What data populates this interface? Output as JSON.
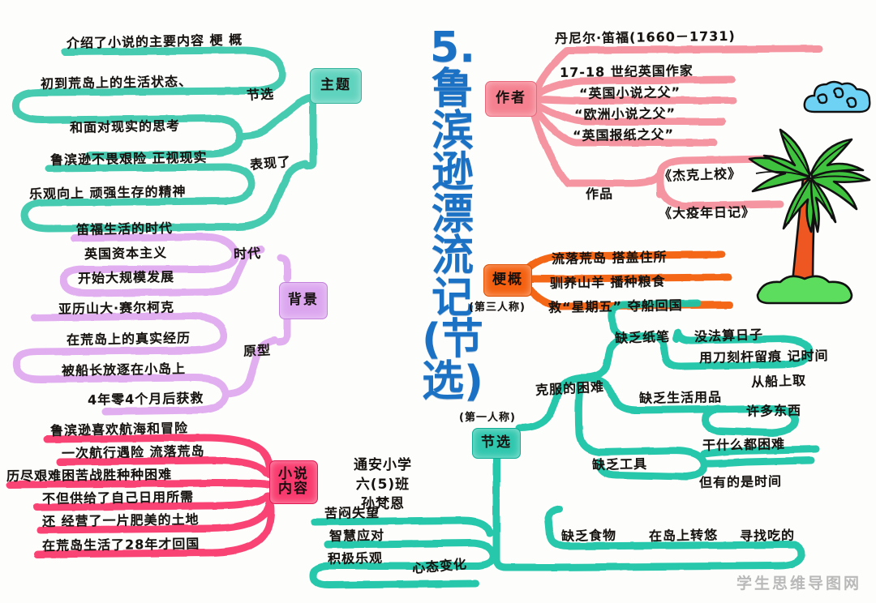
{
  "title": {
    "chars": [
      "5.",
      "鲁",
      "滨",
      "逊",
      "漂",
      "流",
      "记",
      "(节",
      "选)"
    ],
    "full": "5.鲁滨逊漂流记(节选)",
    "color": "#1b72c4"
  },
  "byline": {
    "school": "通安小学",
    "class": "六(5)班",
    "student": "孙梵恩"
  },
  "watermark": "学生思维导图网",
  "palette": {
    "theme_teal": "#3cc9ad",
    "background_purple": "#e3b0f2",
    "novel_pink": "#f93a6e",
    "author_pink": "#f5909c",
    "synopsis_orange": "#f4600f",
    "excerpt_teal": "#1ec5a8",
    "title_blue": "#1b72c4",
    "palm_trunk": "#ef5722",
    "palm_leaf": "#3fc33f",
    "cloud_blue": "#6ed2f5",
    "watermark_gray": "#b9b9b9"
  },
  "nodes": {
    "theme": {
      "label": "主题",
      "color": "#5fd3be"
    },
    "background": {
      "label": "背景",
      "color": "#dca6ef"
    },
    "novel_content": {
      "label_line1": "小说",
      "label_line2": "内容",
      "color": "#f93a6e"
    },
    "author": {
      "label": "作者",
      "color": "#f5808f"
    },
    "synopsis": {
      "label": "梗概",
      "note": "(第三人称)",
      "color": "#f4600f"
    },
    "excerpt": {
      "label": "节选",
      "note": "(第一人称)",
      "color": "#2fc7ae"
    }
  },
  "branches": {
    "theme": {
      "node": "主题",
      "connectors": [
        {
          "label": "节选",
          "leaves": [
            "介绍了小说的主要内容  梗 概",
            "初到荒岛上的生活状态、",
            "和面对现实的思考"
          ]
        },
        {
          "label": "表现了",
          "leaves": [
            "鲁滨逊不畏艰险  正视现实",
            "乐观向上    顽强生存的精神"
          ]
        }
      ]
    },
    "background": {
      "node": "背景",
      "connectors": [
        {
          "label": "时代",
          "leaves": [
            "笛福生活的时代",
            "英国资本主义",
            "开始大规模发展"
          ]
        },
        {
          "label": "原型",
          "leaves": [
            "亚历山大·赛尔柯克",
            "在荒岛上的真实经历",
            "被船长放逐在小岛上",
            "4年零4个月后获救"
          ]
        }
      ]
    },
    "novel_content": {
      "node": "小说内容",
      "leaves": [
        "鲁滨逊喜欢航海和冒险",
        "一次航行遇险 流落荒岛",
        "历尽艰难困苦战胜种种困难",
        "不但供给了自己日用所需",
        "还 经营了一片肥美的土地",
        "在荒岛生活了28年才回国"
      ]
    },
    "author": {
      "node": "作者",
      "leaves": [
        "丹尼尔·笛福(1660－1731)",
        "17-18 世纪英国作家",
        "“英国小说之父”",
        "“欧洲小说之父”",
        "“英国报纸之父”"
      ],
      "works": {
        "label": "作品",
        "items": [
          "《杰克上校》",
          "《大疫年日记》"
        ]
      }
    },
    "synopsis": {
      "node": "梗概",
      "note": "(第三人称)",
      "leaves": [
        "流落荒岛   搭盖住所",
        "驯养山羊   播种粮食",
        "救“星期五”  夺船回国"
      ]
    },
    "excerpt": {
      "node": "节选",
      "note": "(第一人称)",
      "groups": [
        {
          "label": "克服的困难",
          "items": [
            {
              "label": "缺乏纸笔",
              "details": [
                "没法算日子",
                "用刀刻杆留痕 记时间"
              ]
            },
            {
              "label": "缺乏生活用品",
              "details": [
                "从船上取",
                "许多东西"
              ]
            },
            {
              "label": "缺乏工具",
              "details": [
                "干什么都困难",
                "但有的是时间"
              ]
            }
          ]
        },
        {
          "label": "缺乏食物",
          "items": [
            {
              "label": "",
              "details": [
                "在岛上转悠",
                "寻找吃的"
              ]
            }
          ]
        }
      ],
      "mindset": {
        "label": "心态变化",
        "items": [
          "苦闷失望",
          "智慧应对",
          "积极乐观"
        ]
      }
    }
  }
}
